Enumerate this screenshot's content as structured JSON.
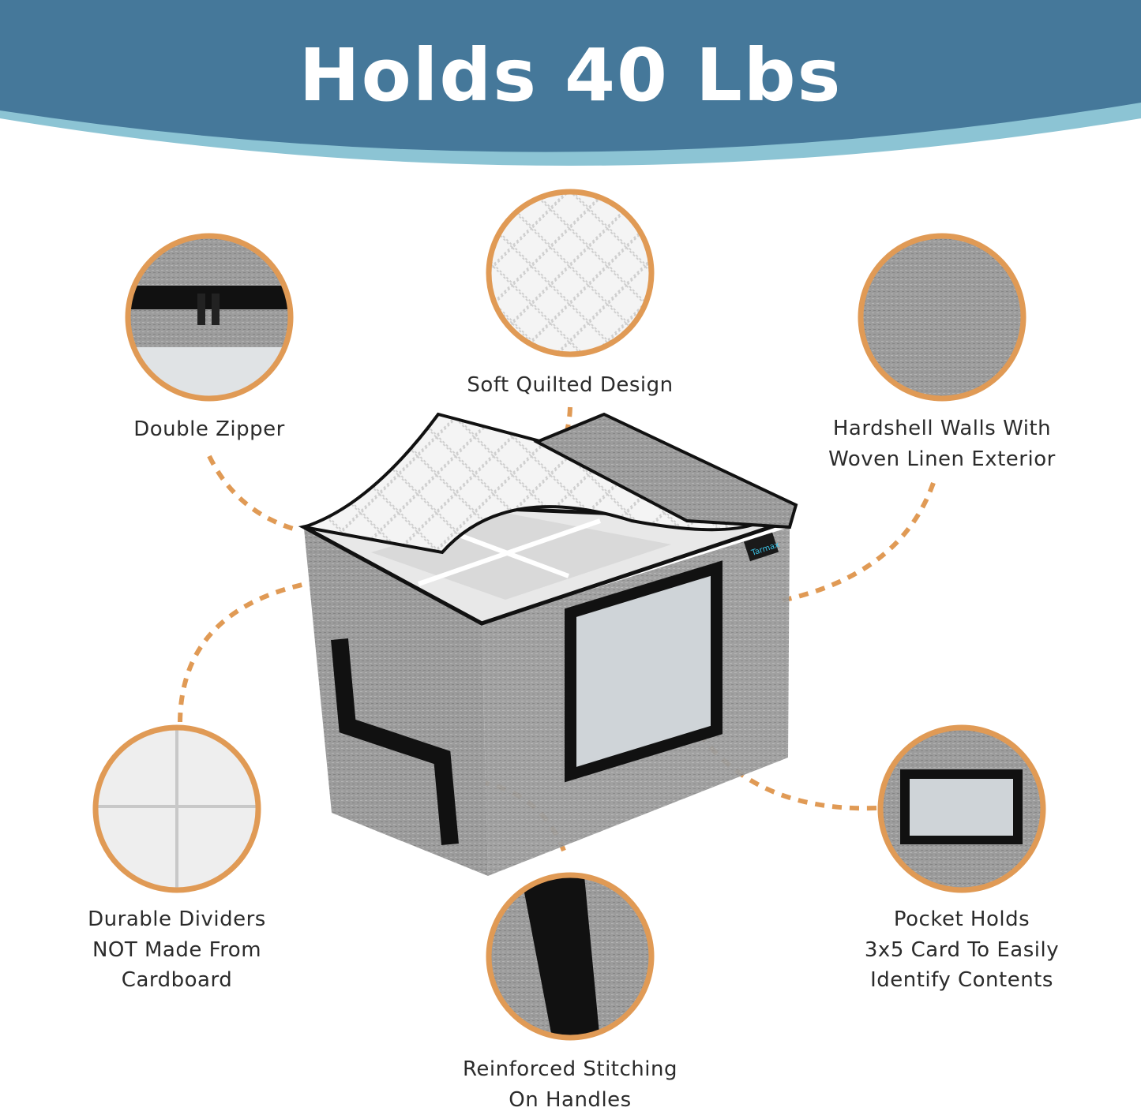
{
  "header": {
    "title": "Holds 40 Lbs"
  },
  "colors": {
    "header_blue": "#45789A",
    "header_accent": "#8CC4D4",
    "circle_border": "#E09A55",
    "arrow": "#E09A55",
    "box_gray": "#9B9B9B"
  },
  "brand": {
    "logo_text": "Tarmax"
  },
  "features": [
    {
      "lines": [
        "Double Zipper"
      ]
    },
    {
      "lines": [
        "Soft Quilted Design"
      ]
    },
    {
      "lines": [
        "Hardshell Walls With",
        "Woven Linen Exterior"
      ]
    },
    {
      "lines": [
        "Durable Dividers",
        "NOT Made From",
        "Cardboard"
      ]
    },
    {
      "lines": [
        "Reinforced Stitching",
        "On Handles"
      ]
    },
    {
      "lines": [
        "Pocket Holds",
        "3x5 Card To Easily",
        "Identify Contents"
      ]
    }
  ]
}
